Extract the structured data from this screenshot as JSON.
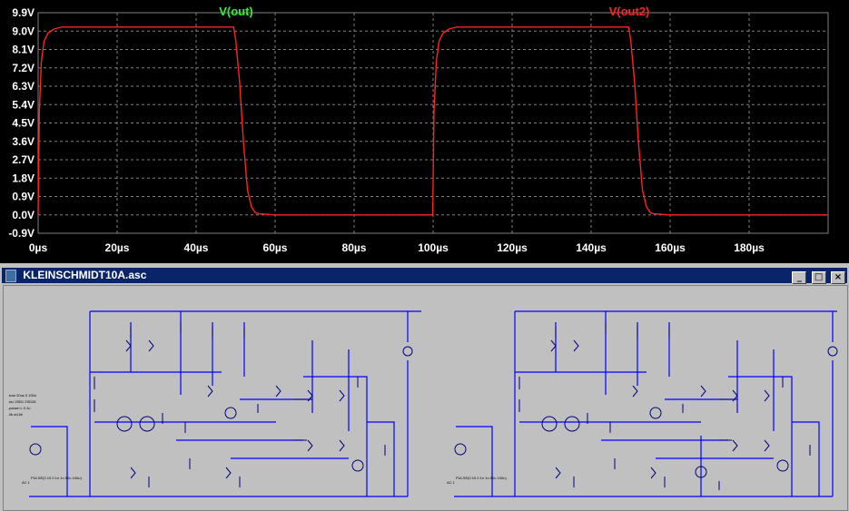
{
  "plot": {
    "traces": [
      {
        "name": "V(out)",
        "color": "#33ee33"
      },
      {
        "name": "V(out2)",
        "color": "#ff2222"
      }
    ],
    "y_ticks": [
      "9.9V",
      "9.0V",
      "8.1V",
      "7.2V",
      "6.3V",
      "5.4V",
      "4.5V",
      "3.6V",
      "2.7V",
      "1.8V",
      "0.9V",
      "0.0V",
      "-0.9V"
    ],
    "x_ticks": [
      "0µs",
      "20µs",
      "40µs",
      "60µs",
      "80µs",
      "100µs",
      "120µs",
      "140µs",
      "160µs",
      "180µs"
    ],
    "colors": {
      "background": "#000000",
      "grid": "#808080",
      "trace": "#ff2222",
      "axis_text": "#ffffff"
    }
  },
  "chart_data": {
    "type": "line",
    "x_unit": "µs",
    "y_unit": "V",
    "xlim": [
      0,
      200
    ],
    "ylim": [
      -0.9,
      9.9
    ],
    "grid": true,
    "series": [
      {
        "name": "V(out2)",
        "x": [
          0,
          0.3,
          0.8,
          1.5,
          2.5,
          4,
          6,
          10,
          49.5,
          50,
          51,
          52,
          53,
          54,
          55,
          56,
          60,
          99.9,
          100.2,
          100.8,
          101.5,
          102.5,
          104,
          106,
          110,
          149.5,
          150,
          151,
          152,
          153,
          154,
          155,
          156,
          160,
          200
        ],
        "y": [
          0,
          5.0,
          7.5,
          8.5,
          8.9,
          9.1,
          9.2,
          9.2,
          9.2,
          8.6,
          6.5,
          3.5,
          1.2,
          0.4,
          0.1,
          0.05,
          0,
          0,
          5.0,
          7.5,
          8.5,
          8.9,
          9.1,
          9.2,
          9.2,
          9.2,
          8.6,
          6.5,
          3.5,
          1.2,
          0.4,
          0.1,
          0.05,
          0,
          0
        ]
      }
    ]
  },
  "schematic_window": {
    "title": "KLEINSCHMIDT10A.asc",
    "buttons": {
      "minimize": "_",
      "maximize": "□",
      "close": "×"
    }
  }
}
